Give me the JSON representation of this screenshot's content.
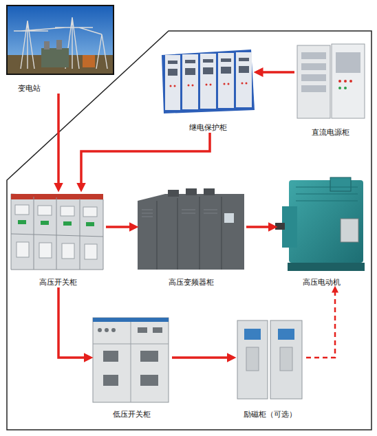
{
  "diagram": {
    "nodes": [
      {
        "text": [
          "变电站"
        ]
      },
      {
        "text": [
          "继电保护柜"
        ]
      },
      {
        "text": [
          "直流电源柜"
        ]
      },
      {
        "text": [
          "高压开关柜"
        ]
      },
      {
        "text": [
          "高压变频器柜"
        ]
      },
      {
        "text": [
          "高压电动机"
        ]
      },
      {
        "text": [
          "低压开关柜"
        ]
      },
      {
        "text": [
          "励磁柜（可选）"
        ]
      }
    ],
    "edges": [
      {
        "from": 0,
        "to": 3,
        "arrow": "to"
      },
      {
        "from": 2,
        "to": 1,
        "arrow": "to"
      },
      {
        "from": 1,
        "to": 3,
        "arrow": "to"
      },
      {
        "from": 3,
        "to": 4,
        "arrow": "to"
      },
      {
        "from": 4,
        "to": 5,
        "arrow": "to"
      },
      {
        "from": 3,
        "to": 6,
        "arrow": "to"
      },
      {
        "from": 6,
        "to": 7,
        "arrow": "to"
      },
      {
        "from": 7,
        "to": 5,
        "arrow": "to"
      }
    ]
  }
}
